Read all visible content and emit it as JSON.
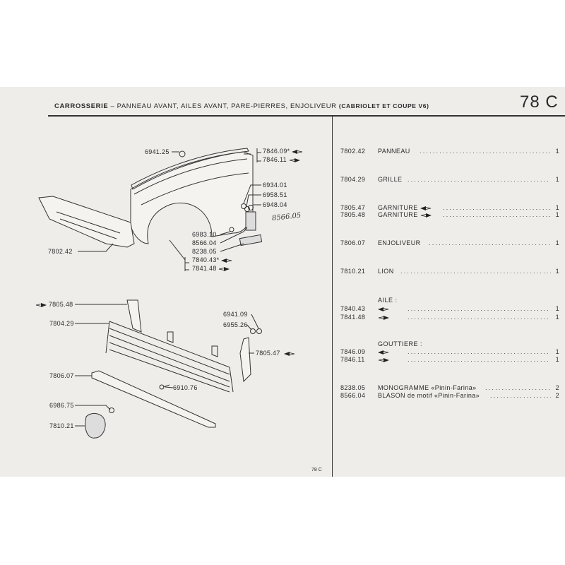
{
  "header": {
    "title_bold": "CARROSSERIE",
    "title_rest": " – PANNEAU AVANT, AILES AVANT, PARE-PIERRES, ENJOLIVEUR ",
    "title_small": "(CABRIOLET ET COUPE V6)",
    "page_id": "78 C"
  },
  "diagram": {
    "labels": {
      "l_694125": "6941.25",
      "l_784609": "7846.09*",
      "l_784611": "7846.11",
      "l_693401": "6934.01",
      "l_695851": "6958.51",
      "l_694804": "6948.04",
      "l_780242": "7802.42",
      "l_698310": "6983.10",
      "l_856604": "8566.04",
      "l_823805": "8238.05",
      "l_784043": "7840.43*",
      "l_784148": "7841.48",
      "l_780548": "7805.48",
      "l_780429": "7804.29",
      "l_694109": "6941.09",
      "l_695526": "6955.26",
      "l_780547": "7805.47",
      "l_780607": "7806.07",
      "l_691076": "6910.76",
      "l_698675": "6986.75",
      "l_781021": "7810.21"
    },
    "handwritten_note": "8566.05",
    "footer": "78 C"
  },
  "parts_list": {
    "rows": [
      {
        "pn": "7802.42",
        "desc": "PANNEAU",
        "arrow": "",
        "qty": "1"
      },
      {
        "pn": "7804.29",
        "desc": "GRILLE",
        "arrow": "",
        "qty": "1"
      },
      {
        "pn": "7805.47",
        "desc": "GARNITURE",
        "arrow": "left",
        "qty": "1"
      },
      {
        "pn": "7805.48",
        "desc": "GARNITURE",
        "arrow": "right",
        "qty": "1"
      },
      {
        "pn": "7806.07",
        "desc": "ENJOLIVEUR",
        "arrow": "",
        "qty": "1"
      },
      {
        "pn": "7810.21",
        "desc": "LION",
        "arrow": "",
        "qty": "1"
      },
      {
        "pn": "7840.43",
        "desc": "",
        "arrow": "left",
        "qty": "1"
      },
      {
        "pn": "7841.48",
        "desc": "",
        "arrow": "right",
        "qty": "1"
      },
      {
        "pn": "7846.09",
        "desc": "",
        "arrow": "left",
        "qty": "1"
      },
      {
        "pn": "7846.11",
        "desc": "",
        "arrow": "right",
        "qty": "1"
      },
      {
        "pn": "8238.05",
        "desc": "MONOGRAMME «Pinin-Farina»",
        "arrow": "",
        "qty": "2"
      },
      {
        "pn": "8566.04",
        "desc": "BLASON de motif «Pinin-Farina»",
        "arrow": "",
        "qty": "2"
      }
    ],
    "group_aile": "AILE :",
    "group_gouttiere": "GOUTTIERE :"
  }
}
